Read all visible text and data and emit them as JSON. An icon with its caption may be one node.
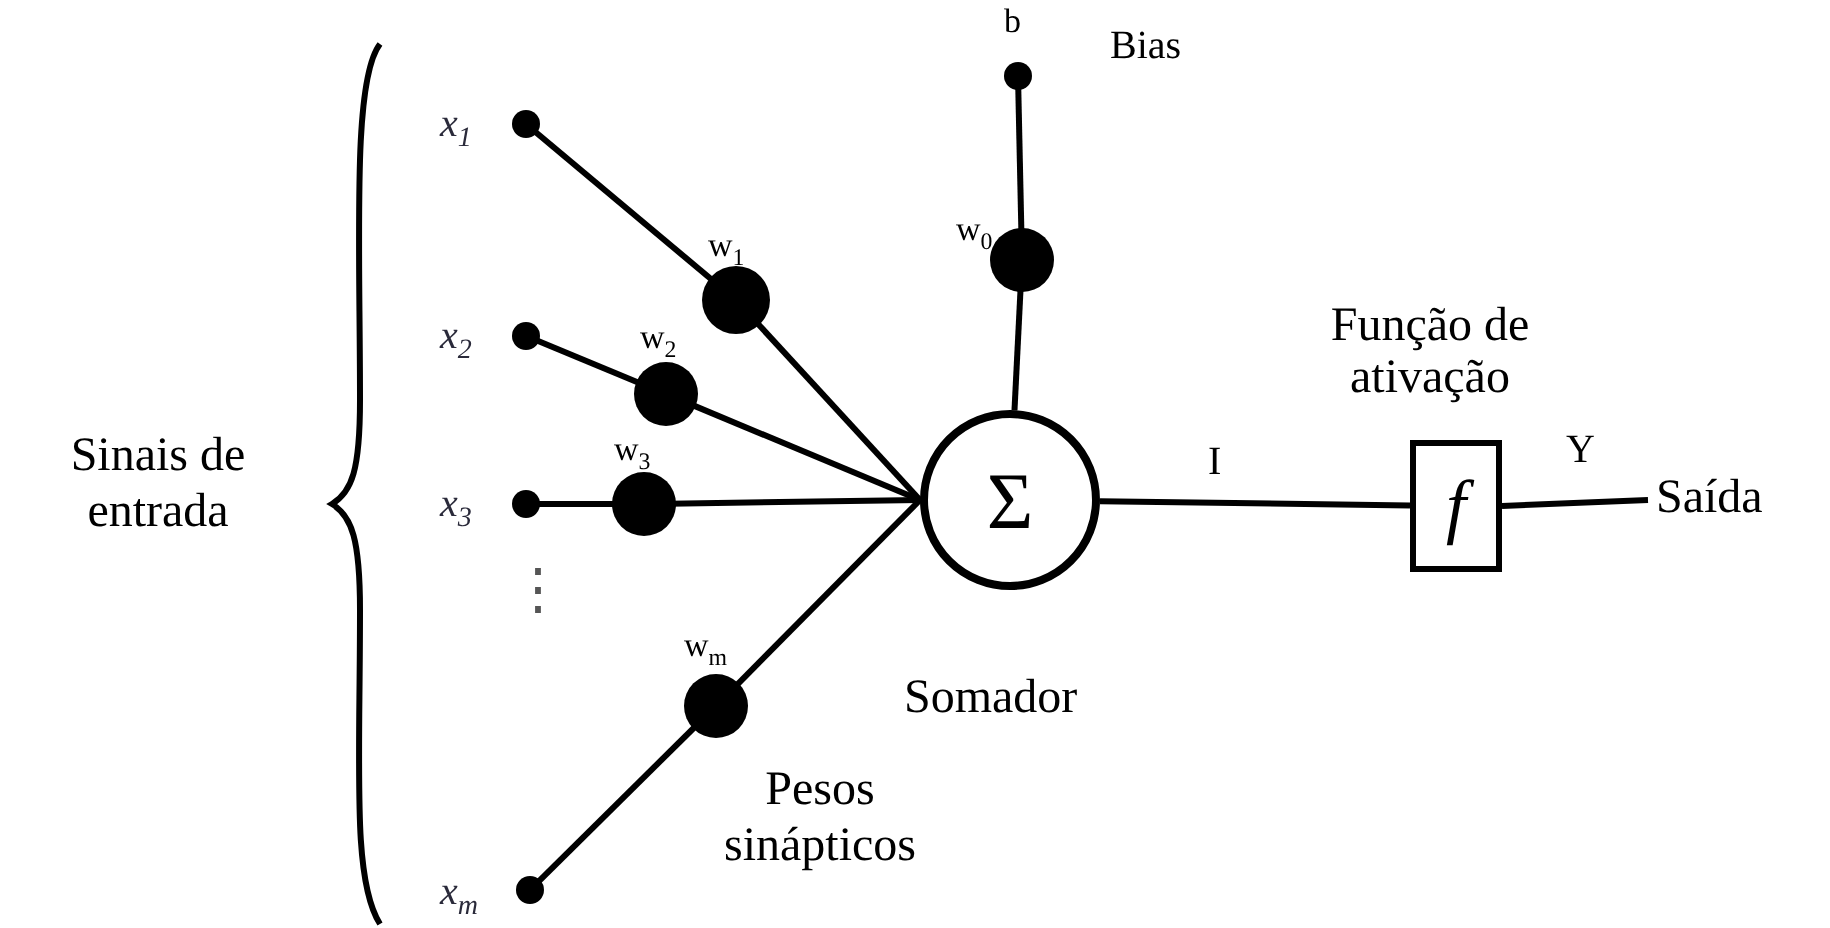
{
  "diagram": {
    "nodes": [
      {
        "text": [
          "b"
        ],
        "beside": [
          "Bias"
        ]
      },
      {
        "text": [
          "w$_{0}$"
        ]
      },
      {
        "text": [
          "x$_{1}$"
        ]
      },
      {
        "text": [
          "w$_{1}$"
        ]
      },
      {
        "text": [
          "x$_{2}$"
        ]
      },
      {
        "text": [
          "w$_{2}$"
        ]
      },
      {
        "text": [
          "x$_{3}$"
        ]
      },
      {
        "text": [
          "w$_{3}$"
        ]
      },
      {
        "text": [
          "x$_{m}$"
        ]
      },
      {
        "text": [
          "w$_{m}$"
        ]
      },
      {
        "text": [
          "Σ"
        ],
        "beside": [
          "Somador"
        ]
      },
      {
        "text": [
          "f"
        ],
        "beside": [
          "Função de ativação"
        ]
      },
      {
        "text": [
          "Saída"
        ]
      }
    ],
    "edges": [
      {
        "from": 0,
        "to": 1,
        "arrow": "none"
      },
      {
        "from": 1,
        "to": 10,
        "arrow": "none"
      },
      {
        "from": 2,
        "to": 3,
        "arrow": "none"
      },
      {
        "from": 3,
        "to": 10,
        "arrow": "none"
      },
      {
        "from": 4,
        "to": 5,
        "arrow": "none"
      },
      {
        "from": 5,
        "to": 10,
        "arrow": "none"
      },
      {
        "from": 6,
        "to": 7,
        "arrow": "none"
      },
      {
        "from": 7,
        "to": 10,
        "arrow": "none"
      },
      {
        "from": 8,
        "to": 9,
        "arrow": "none"
      },
      {
        "from": 9,
        "to": 10,
        "arrow": "none"
      },
      {
        "from": 10,
        "to": 11,
        "label": "I",
        "arrow": "none"
      },
      {
        "from": 11,
        "to": 12,
        "label": "Y",
        "arrow": "none"
      }
    ],
    "labels": [
      "Sinais de entrada",
      "⋮",
      "Pesos sinápticos"
    ]
  }
}
